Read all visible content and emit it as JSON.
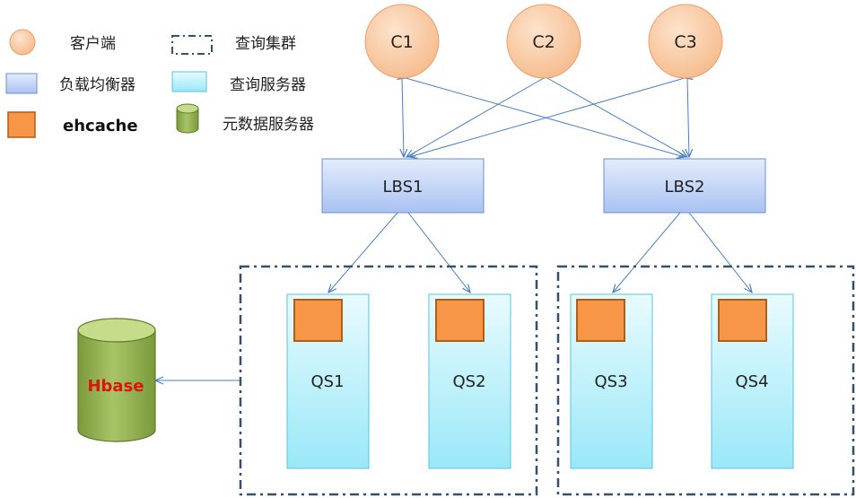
{
  "legend": {
    "client": "客户端",
    "query_cluster": "查询集群",
    "load_balancer": "负载均衡器",
    "query_server": "查询服务器",
    "ehcache": "ehcache",
    "metadata_server": "元数据服务器"
  },
  "clients": [
    "C1",
    "C2",
    "C3"
  ],
  "load_balancers": [
    "LBS1",
    "LBS2"
  ],
  "query_servers": [
    "QS1",
    "QS2",
    "QS3",
    "QS4"
  ],
  "database": {
    "label": "Hbase",
    "label_color": "#e0120c"
  },
  "colors": {
    "client_fill": "#f8c9a0",
    "client_stroke": "#e8a070",
    "lb_fill_top": "#e4ecfc",
    "lb_fill_bottom": "#a9c2f2",
    "lb_stroke": "#6f8fcc",
    "qs_fill_top": "#e8fbfe",
    "qs_fill_bottom": "#9ae8f8",
    "qs_stroke": "#58c4df",
    "cache_fill": "#f79646",
    "cache_stroke": "#b05e16",
    "db_fill": "#92b050",
    "db_stroke": "#5e7a2a",
    "cluster_stroke": "#34506e",
    "arrow": "#4a7ecb"
  }
}
